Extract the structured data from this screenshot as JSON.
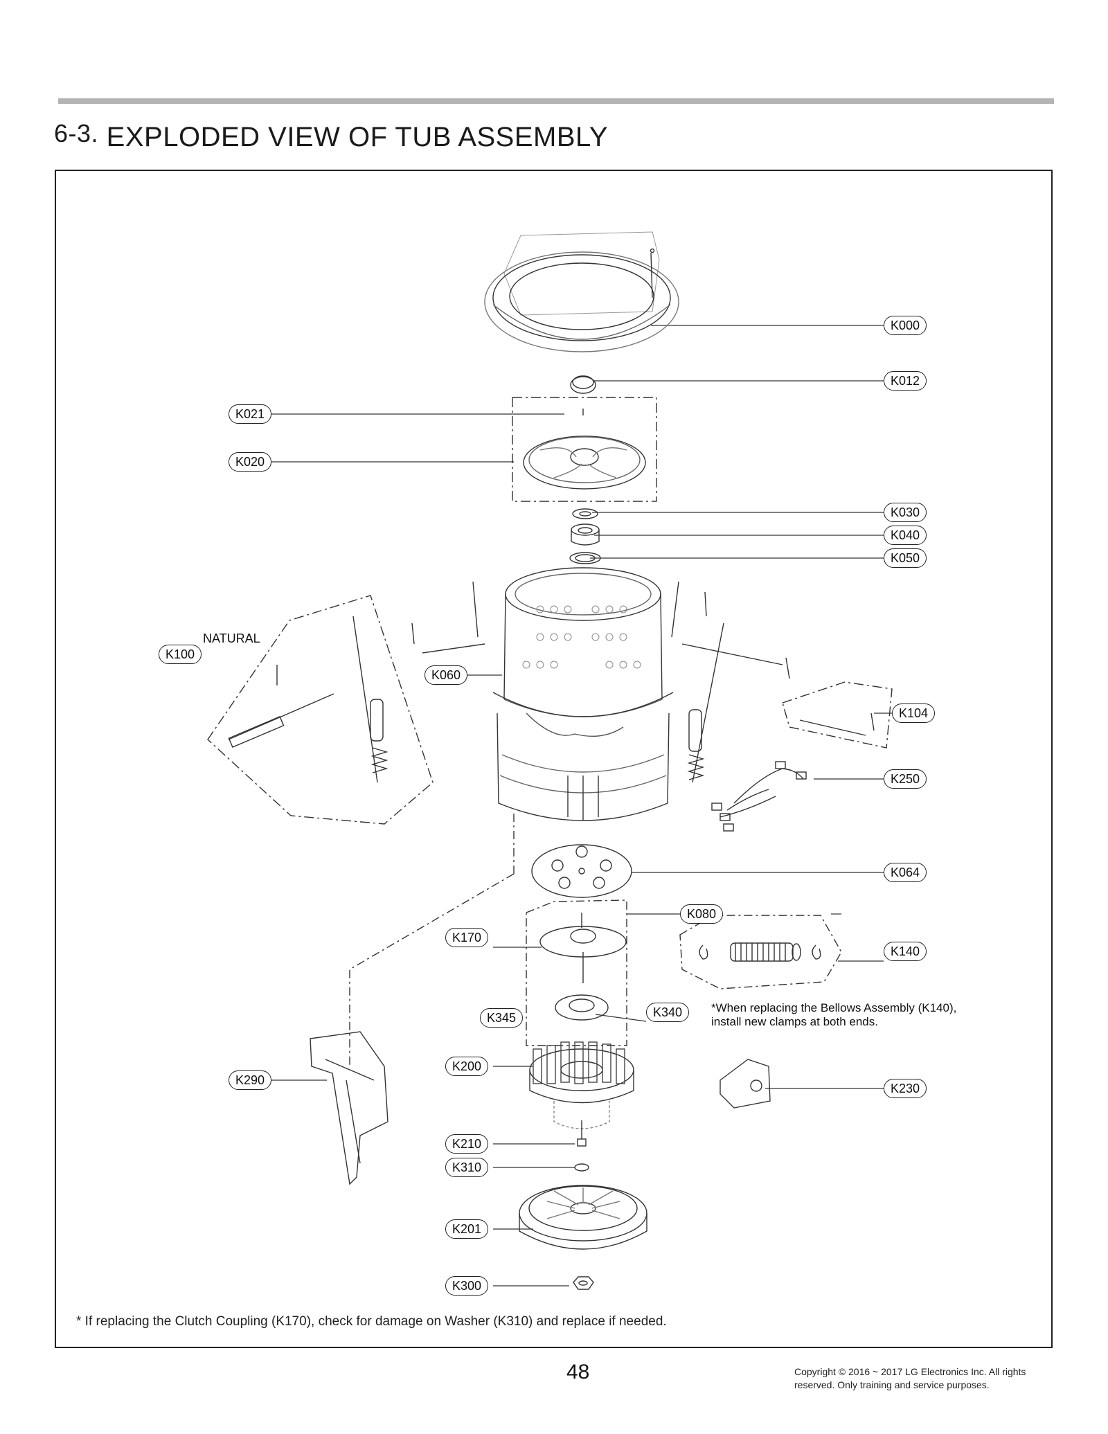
{
  "header": {
    "section_number": "6-3.",
    "title": "EXPLODED VIEW OF TUB ASSEMBLY"
  },
  "parts": {
    "K000": "K000",
    "K012": "K012",
    "K021": "K021",
    "K020": "K020",
    "K030": "K030",
    "K040": "K040",
    "K050": "K050",
    "K060": "K060",
    "K100": "K100",
    "K104": "K104",
    "K250": "K250",
    "K064": "K064",
    "K080": "K080",
    "K170": "K170",
    "K140": "K140",
    "K345": "K345",
    "K340": "K340",
    "K290": "K290",
    "K200": "K200",
    "K230": "K230",
    "K210": "K210",
    "K310": "K310",
    "K201": "K201",
    "K300": "K300"
  },
  "labels": {
    "natural": "NATURAL",
    "bellows_note_line1": "*When replacing the Bellows Assembly (K140),",
    "bellows_note_line2": "install new clamps at both ends."
  },
  "footnote": "* If replacing the Clutch Coupling (K170), check for damage on Washer (K310) and replace if needed.",
  "page_number": "48",
  "copyright_line1": "Copyright © 2016 ~ 2017 LG Electronics Inc. All rights",
  "copyright_line2": "reserved. Only training and service purposes."
}
